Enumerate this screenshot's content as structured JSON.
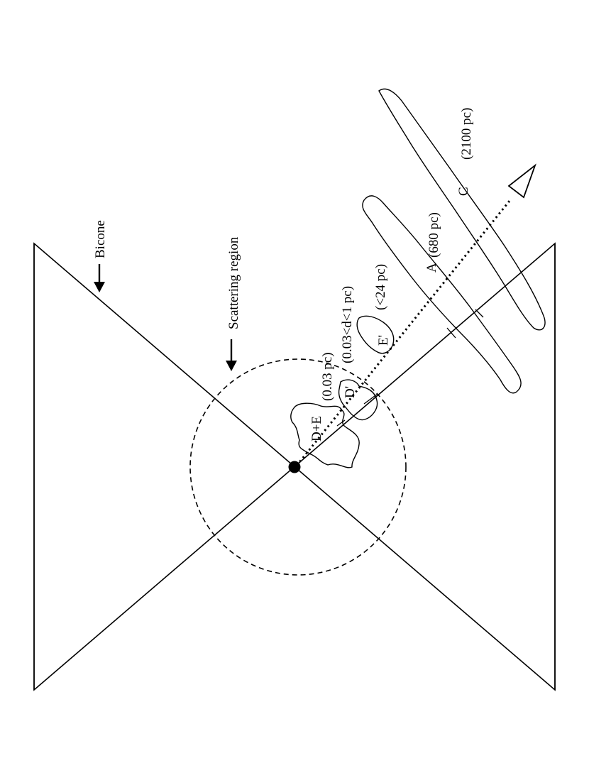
{
  "labels": {
    "bicone": "Bicone",
    "scattering_region": "Scattering region",
    "cloud_de": "D+E",
    "cloud_de_dist": "(0.03 pc)",
    "cloud_d": "D'",
    "cloud_d_dist": "(0.03<d<1 pc)",
    "cloud_e": "E'",
    "cloud_e_dist": "(<24 pc)",
    "cloud_a": "A",
    "cloud_a_dist": "(680 pc)",
    "cloud_c": "C",
    "cloud_c_dist": "(2100 pc)"
  },
  "colors": {
    "ink": "#000000",
    "background": "#ffffff"
  }
}
